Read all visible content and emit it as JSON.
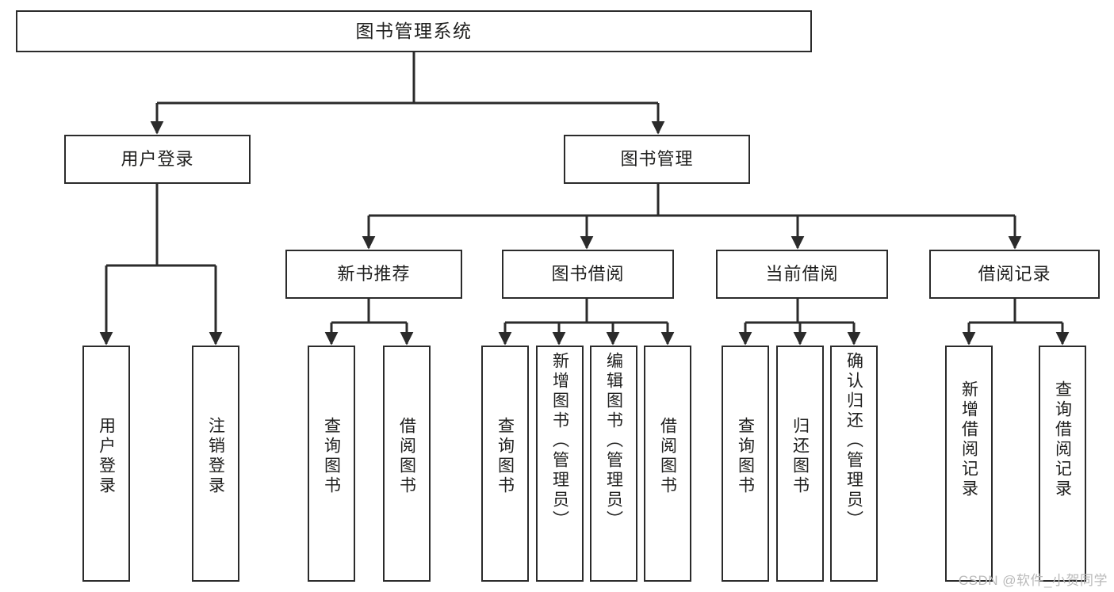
{
  "diagram": {
    "title": "图书管理系统",
    "watermark": "CSDN @软件_小贺同学",
    "line_color": "#2b2b2b",
    "box_fill": "#ffffff",
    "text_color": "#20201f"
  },
  "nodes": {
    "root": {
      "label": "图书管理系统"
    },
    "level2": [
      {
        "label": "用户登录"
      },
      {
        "label": "图书管理"
      }
    ],
    "level3": [
      {
        "label": "新书推荐"
      },
      {
        "label": "图书借阅"
      },
      {
        "label": "当前借阅"
      },
      {
        "label": "借阅记录"
      }
    ],
    "leaves": {
      "user_login": [
        {
          "label": "用户登录"
        },
        {
          "label": "注销登录"
        }
      ],
      "new_book_recommend": [
        {
          "label": "查询图书"
        },
        {
          "label": "借阅图书"
        }
      ],
      "book_borrow": [
        {
          "label": "查询图书"
        },
        {
          "label": "新增图书（管理员）"
        },
        {
          "label": "编辑图书（管理员）"
        },
        {
          "label": "借阅图书"
        }
      ],
      "current_borrow": [
        {
          "label": "查询图书"
        },
        {
          "label": "归还图书"
        },
        {
          "label": "确认归还（管理员）"
        }
      ],
      "borrow_record": [
        {
          "label": "新增借阅记录"
        },
        {
          "label": "查询借阅记录"
        }
      ]
    }
  },
  "chart_data": {
    "type": "table",
    "title": "图书管理系统 功能结构图",
    "tree": {
      "name": "图书管理系统",
      "children": [
        {
          "name": "用户登录",
          "children": [
            {
              "name": "用户登录"
            },
            {
              "name": "注销登录"
            }
          ]
        },
        {
          "name": "图书管理",
          "children": [
            {
              "name": "新书推荐",
              "children": [
                {
                  "name": "查询图书"
                },
                {
                  "name": "借阅图书"
                }
              ]
            },
            {
              "name": "图书借阅",
              "children": [
                {
                  "name": "查询图书"
                },
                {
                  "name": "新增图书（管理员）"
                },
                {
                  "name": "编辑图书（管理员）"
                },
                {
                  "name": "借阅图书"
                }
              ]
            },
            {
              "name": "当前借阅",
              "children": [
                {
                  "name": "查询图书"
                },
                {
                  "name": "归还图书"
                },
                {
                  "name": "确认归还（管理员）"
                }
              ]
            },
            {
              "name": "借阅记录",
              "children": [
                {
                  "name": "新增借阅记录"
                },
                {
                  "name": "查询借阅记录"
                }
              ]
            }
          ]
        }
      ]
    }
  }
}
